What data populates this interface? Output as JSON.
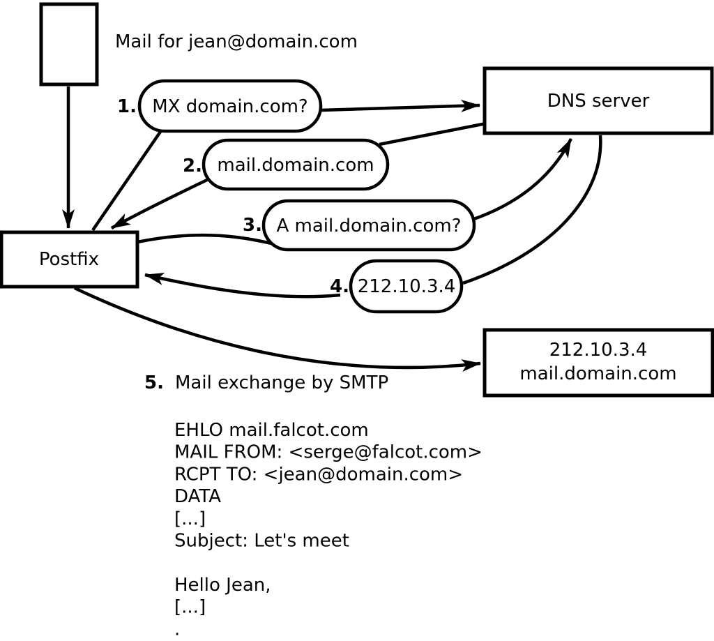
{
  "diagram": {
    "title_label": "Mail for jean@domain.com",
    "nodes": {
      "mail_source": "",
      "postfix": "Postfix",
      "dns_server": "DNS server",
      "mail_server_line1": "212.10.3.4",
      "mail_server_line2": "mail.domain.com"
    },
    "steps": [
      {
        "num": "1.",
        "label": "MX domain.com?"
      },
      {
        "num": "2.",
        "label": "mail.domain.com"
      },
      {
        "num": "3.",
        "label": "A mail.domain.com?"
      },
      {
        "num": "4.",
        "label": "212.10.3.4"
      },
      {
        "num": "5.",
        "label": "Mail exchange by SMTP"
      }
    ],
    "smtp_session": {
      "lines": [
        "EHLO mail.falcot.com",
        "MAIL FROM: <serge@falcot.com>",
        "RCPT TO: <jean@domain.com>",
        "DATA",
        "[...]",
        "Subject: Let's meet",
        "",
        "Hello Jean,",
        "[...]",
        "."
      ]
    },
    "colors": {
      "ink": "#000000",
      "background": "#ffffff"
    }
  }
}
